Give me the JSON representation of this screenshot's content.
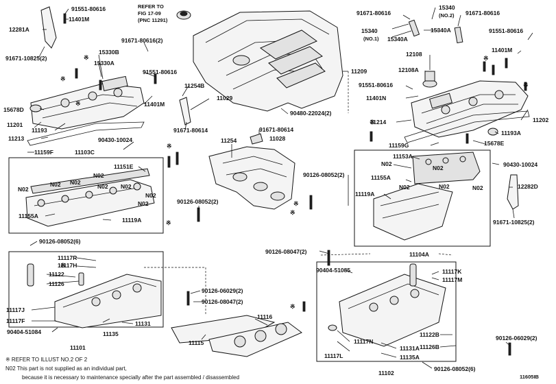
{
  "figure_id": "11605IB",
  "refer": {
    "line1": "REFER TO",
    "line2": "FIG 17-09",
    "line3": "(PNC 11291)"
  },
  "labels": {
    "l_91551_80616_top": "91551-80616",
    "l_11401m_top": "11401M",
    "l_12281a": "12281A",
    "l_91671_10825_left": "91671-10825(2)",
    "l_15330b": "15330B",
    "l_15330a": "15330A",
    "l_91671_80616_2": "91671-80616(2)",
    "l_91551_80616_mid": "91551-80616",
    "l_11401m_mid": "11401M",
    "l_11254b": "11254B",
    "l_11029": "11029",
    "l_91671_80614_a": "91671-80614",
    "l_11209": "11209",
    "l_90480": "90480-22024(2)",
    "l_15678d": "15678D",
    "l_11201": "11201",
    "l_11193": "11193",
    "l_11213": "11213",
    "l_91671_80614_b": "91671-80614",
    "l_11028": "11028",
    "l_11254": "11254",
    "l_90430_10024_left": "90430-10024",
    "l_11159f": "11159F",
    "l_11103c": "11103C",
    "l_11151e": "11151E",
    "l_11155a_left": "11155A",
    "l_11119a_left": "11119A",
    "l_90126_08052_2_mid": "90126-08052(2)",
    "l_90126_08052_6_left": "90126-08052(6)",
    "l_11117r": "11117R",
    "l_11117h": "11117H",
    "l_11122": "11122",
    "l_11126": "11126",
    "l_11117j": "11117J",
    "l_11117f": "11117F",
    "l_90404_51084": "90404-51084",
    "l_11135": "11135",
    "l_11131": "11131",
    "l_11101": "11101",
    "l_90126_06029_a": "90126-06029(2)",
    "l_90126_08047_a": "90126-08047(2)",
    "l_11116": "11116",
    "l_11115": "11115",
    "l_91671_80616_r1": "91671-80616",
    "l_15340_no2": "15340",
    "l_no2": "(NO.2)",
    "l_91671_80616_r2": "91671-80616",
    "l_15340_no1": "15340",
    "l_no1": "(NO.1)",
    "l_15340a_a": "15340A",
    "l_15340a_b": "15340A",
    "l_91551_80616_r": "91551-80616",
    "l_11401m_r": "11401M",
    "l_12108": "12108",
    "l_12108a": "12108A",
    "l_91551_80616_r2": "91551-80616",
    "l_11401n": "11401N",
    "l_11202": "11202",
    "l_11214": "11214",
    "l_11193a": "11193A",
    "l_11159g": "11159G",
    "l_15678e": "15678E",
    "l_90126_08052_2_r": "90126-08052(2)",
    "l_11153a": "11153A",
    "l_11155a_r": "11155A",
    "l_11119a_r": "11119A",
    "l_90430_10024_r": "90430-10024",
    "l_12282d": "12282D",
    "l_91671_10825_r": "91671-10825(2)",
    "l_11104a": "11104A",
    "l_90126_08047_b": "90126-08047(2)",
    "l_90404_51085": "90404-51085",
    "l_11117k": "11117K",
    "l_11117m": "11117M",
    "l_11117n": "11117N",
    "l_11117l": "11117L",
    "l_11131a": "11131A",
    "l_11135a": "11135A",
    "l_11122b": "11122B",
    "l_11126b": "11126B",
    "l_90126_06029_b": "90126-06029(2)",
    "l_90126_08052_6_r": "90126-08052(6)",
    "l_11102": "11102"
  },
  "n02": "N02",
  "notes": {
    "line1": "※ REFER TO ILLUST NO.2 OF 2",
    "line2": "N02 This part is not supplied as an individual part,",
    "line3": "because it is necessary to maintenance specially after the part assembled / disassembled"
  }
}
